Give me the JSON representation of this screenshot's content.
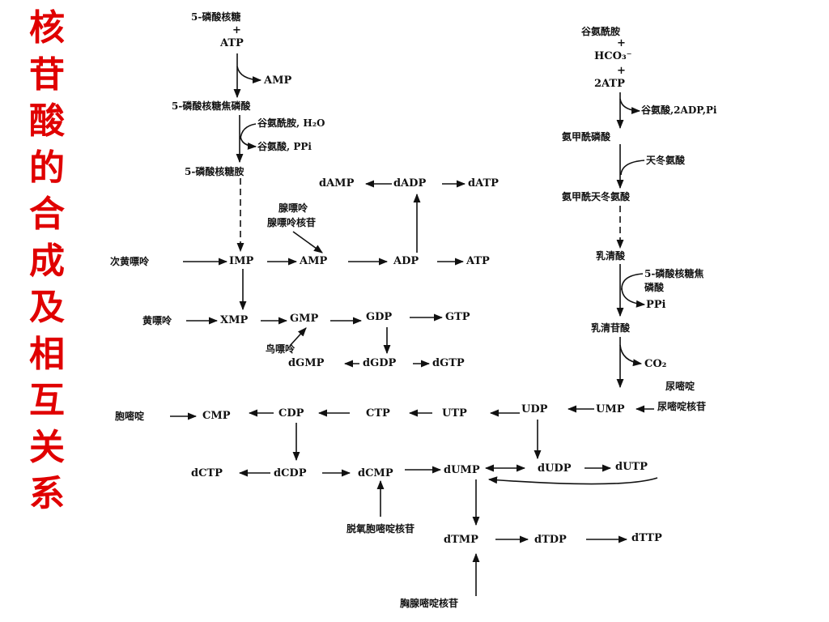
{
  "title": "核苷酸的合成及相互关系",
  "title_chars": [
    "核",
    "苷",
    "酸",
    "的",
    "合",
    "成",
    "及",
    "相",
    "互",
    "关",
    "系"
  ],
  "purine": {
    "r5p": "5-磷酸核糖",
    "plus1": "+",
    "atp1": "ATP",
    "amp_out": "AMP",
    "prpp": "5-磷酸核糖焦磷酸",
    "gln_h2o": "谷氨酰胺, H₂O",
    "glu_ppi": "谷氨酸, PPi",
    "pra": "5-磷酸核糖胺",
    "adenine": "腺嘌呤",
    "adenosine": "腺嘌呤核苷",
    "hypoxanthine": "次黄嘌呤",
    "imp": "IMP",
    "amp": "AMP",
    "adp": "ADP",
    "atp": "ATP",
    "damp": "dAMP",
    "dadp": "dADP",
    "datp": "dATP",
    "xanthine": "黄嘌呤",
    "xmp": "XMP",
    "gmp": "GMP",
    "gdp": "GDP",
    "gtp": "GTP",
    "guanine": "鸟嘌呤",
    "dgmp": "dGMP",
    "dgdp": "dGDP",
    "dgtp": "dGTP"
  },
  "pyrimidine": {
    "gln": "谷氨酰胺",
    "plus2": "+",
    "hco3": "HCO₃⁻",
    "plus3": "+",
    "two_atp": "2ATP",
    "glu_adp": "谷氨酸,2ADP,Pi",
    "cap": "氨甲酰磷酸",
    "asp": "天冬氨酸",
    "ca_asp": "氨甲酰天冬氨酸",
    "orotate": "乳清酸",
    "prpp2": "5-磷酸核糖焦磷酸",
    "ppi": "PPi",
    "omp": "乳清苷酸",
    "co2": "CO₂",
    "uracil": "尿嘧啶",
    "uridine": "尿嘧啶核苷",
    "ump": "UMP",
    "udp": "UDP",
    "utp": "UTP",
    "ctp": "CTP",
    "cdp": "CDP",
    "cmp": "CMP",
    "cytosine": "胞嘧啶",
    "dctp": "dCTP",
    "dcdp": "dCDP",
    "dcmp": "dCMP",
    "dump": "dUMP",
    "dudp": "dUDP",
    "dutp": "dUTP",
    "deoxycytidine": "脱氧胞嘧啶核苷",
    "dtmp": "dTMP",
    "dtdp": "dTDP",
    "dttp": "dTTP",
    "thymidine": "胸腺嘧啶核苷"
  }
}
